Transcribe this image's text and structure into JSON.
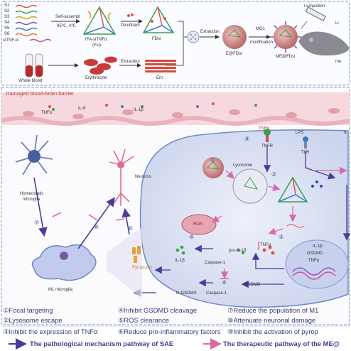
{
  "top_panel": {
    "strands": [
      "S1",
      "S2",
      "S3",
      "S4",
      "S5",
      "S6"
    ],
    "sirna": "siTNF-α",
    "self_assembly": "Self-assembl",
    "conditions": "95℃, 4℃",
    "tfa_label_1": "tFA-siTNFα",
    "tfa_label_2": "(Fsi)",
    "disulfiram": "Disulfiram",
    "fdsi": "FDsi",
    "extraction_1": "Extraction",
    "edfdsi": "E@FDsi",
    "mg1_1": "MG1",
    "mg1_2": "modification",
    "mefdsi": "ME@FDsi",
    "iv_injection": "i.v.injection",
    "whole_blood": "Whole blood",
    "erythrocyte": "Erythrocyte",
    "extraction_2": "Extraction",
    "em": "Em",
    "mouse_partial": "me",
    "li_partial": "Li"
  },
  "bbb_title": "Damaged blood-brain barrier",
  "vessel_labels": {
    "tnf": "TNFα",
    "il6": "IL-6",
    "il1b": "IL-1β"
  },
  "cells": {
    "homeostatic_1": "Homeostatic",
    "homeostatic_2": "microglia",
    "m1": "M1 microglia",
    "neurons": "Neurons",
    "pyroptosis": "Pyroptosis"
  },
  "inner": {
    "lysosome": "Lysosome",
    "ros": "ROS",
    "il1b": "IL-1β",
    "caspase_a": "Caspase-1",
    "pro_il1b": "pro-IL-1β",
    "ngsdmd": "N-GSDMD",
    "caspase_b": "Caspase-1",
    "gsdmd": "GSDMD",
    "tnf_in": "TNFα",
    "tnf_top": "TNFα",
    "tnfr": "TNFR",
    "lps": "LPS",
    "tlr": "TLR",
    "il_partial": "IL",
    "nuc_il1b": "IL-1β",
    "nuc_gsdmd": "GSDMD",
    "nuc_tnf": "TNFα"
  },
  "step_numbers": [
    "①",
    "②",
    "③",
    "④",
    "⑤",
    "⑥",
    "⑦",
    "⑧",
    "⑨"
  ],
  "legend": {
    "col1": [
      "①Focal targeting",
      "②Lysosome escape",
      "③Inhibit the expression of TNFα"
    ],
    "col2": [
      "④Inhibit GSDMD cleavage",
      "⑤ROS clearance",
      "⑥Reduce pro-inflammatory factors"
    ],
    "col3": [
      "⑦Reduce the population of M1",
      "⑧Attenuate neuronal damage",
      "⑨Inhibit the activation of pyrop"
    ],
    "pathological": "The pathological mechanism pathway of SAE",
    "therapeutic": "The therapeutic pathway of the ME@"
  },
  "colors": {
    "pathological_arrow": "#4b3a9a",
    "therapeutic_arrow": "#d86aa6",
    "bbb_band": "#f6d9de",
    "frame_blue": "#6c8cc8",
    "cell_fill": "#dfe4f4"
  }
}
